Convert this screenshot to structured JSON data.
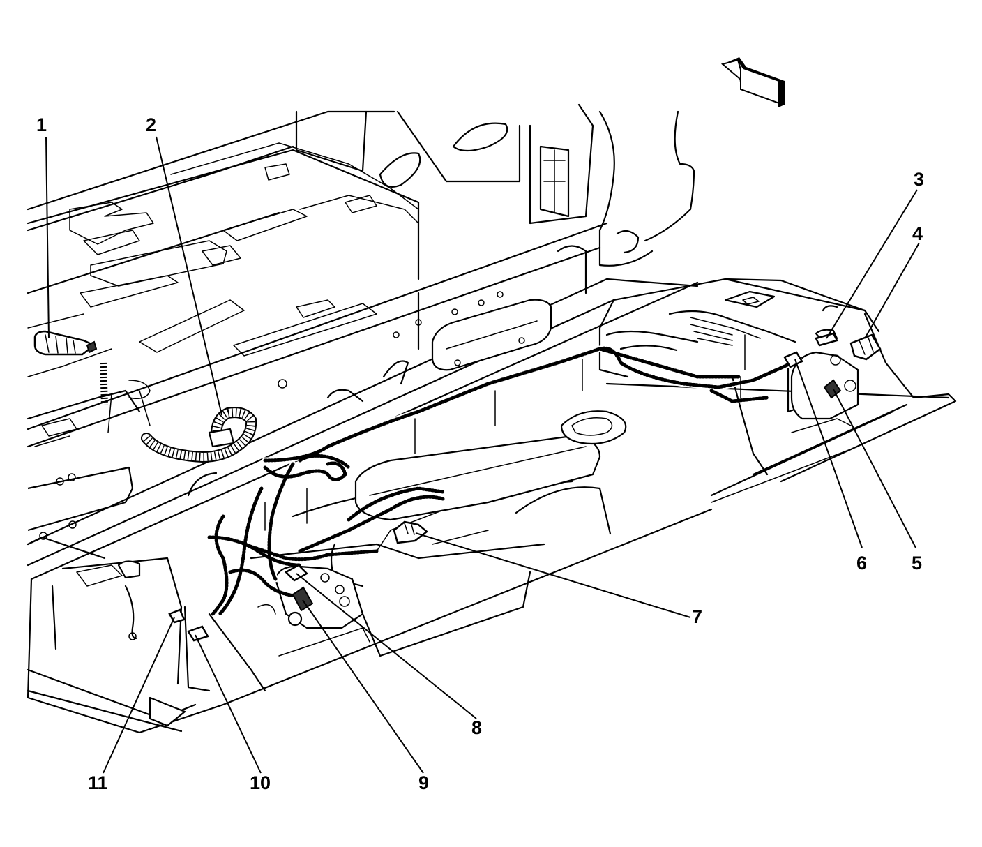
{
  "callouts": [
    {
      "id": 1,
      "label": "1"
    },
    {
      "id": 2,
      "label": "2"
    },
    {
      "id": 3,
      "label": "3"
    },
    {
      "id": 4,
      "label": "4"
    },
    {
      "id": 5,
      "label": "5"
    },
    {
      "id": 6,
      "label": "6"
    },
    {
      "id": 7,
      "label": "7"
    },
    {
      "id": 8,
      "label": "8"
    },
    {
      "id": 9,
      "label": "9"
    },
    {
      "id": 10,
      "label": "10"
    },
    {
      "id": 11,
      "label": "11"
    }
  ],
  "colors": {
    "line": "#000000",
    "background": "#ffffff"
  },
  "icons": {
    "direction_arrow": "forward-direction-arrow-icon"
  }
}
